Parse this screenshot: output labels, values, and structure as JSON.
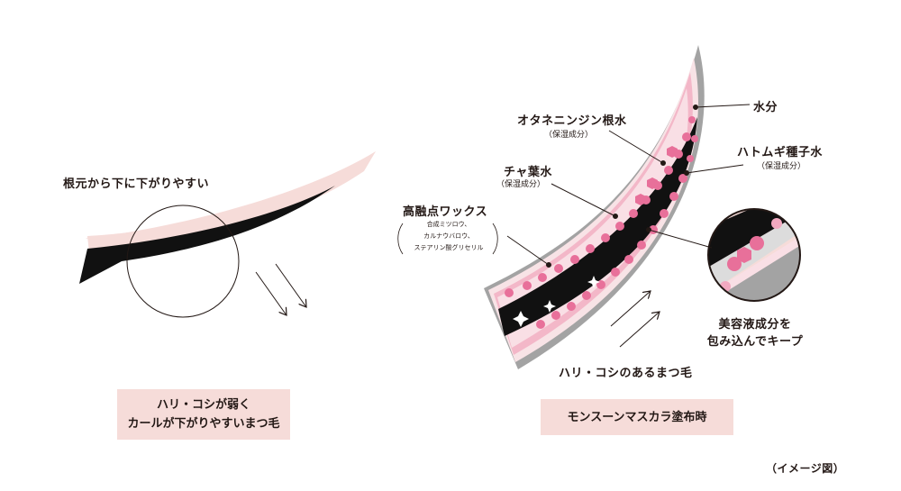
{
  "left_panel": {
    "droop_label": "根元から下に下がりやすい",
    "caption_line1": "ハリ・コシが弱く",
    "caption_line2": "カールが下がりやすいまつ毛"
  },
  "right_panel": {
    "water": "水分",
    "ginseng": "オタネニンジン根水",
    "ginseng_sub": "（保湿成分）",
    "hatomugi": "ハトムギ種子水",
    "hatomugi_sub": "（保湿成分）",
    "tea": "チャ葉水",
    "tea_sub": "（保湿成分）",
    "wax": "高融点ワックス",
    "wax_line1": "合成ミツロウ、",
    "wax_line2": "カルナウバロウ、",
    "wax_line3": "ステアリン酸グリセリル",
    "serum_line1": "美容液成分を",
    "serum_line2": "包み込んでキープ",
    "firm_label": "ハリ・コシのあるまつ毛",
    "caption": "モンスーンマスカラ塗布時"
  },
  "footer": {
    "note": "（イメージ図）"
  },
  "colors": {
    "pink_light": "#f6dcd9",
    "pink_mid": "#f2a9c0",
    "pink_dot": "#e8709a",
    "gray_shell": "#9e9e9e",
    "lash_black": "#111111"
  }
}
